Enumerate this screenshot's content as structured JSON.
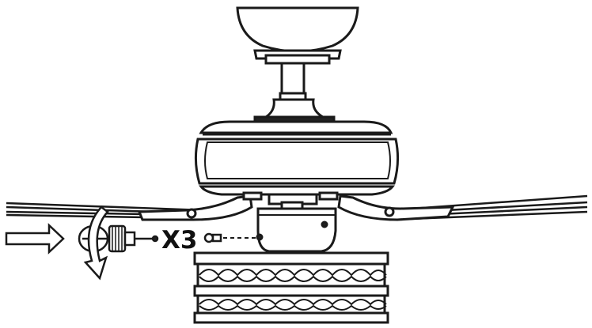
{
  "diagram": {
    "quantity_label": "X3",
    "colors": {
      "line": "#1a1a1a",
      "background": "#ffffff",
      "fill_dark": "#222222"
    },
    "parts": [
      "ceiling-canopy",
      "downrod",
      "motor-housing",
      "fan-blades",
      "blade-brackets",
      "switch-housing",
      "decorative-light-kit",
      "screw",
      "pull-chain-knob",
      "direction-arrow",
      "rotate-arrow"
    ]
  }
}
